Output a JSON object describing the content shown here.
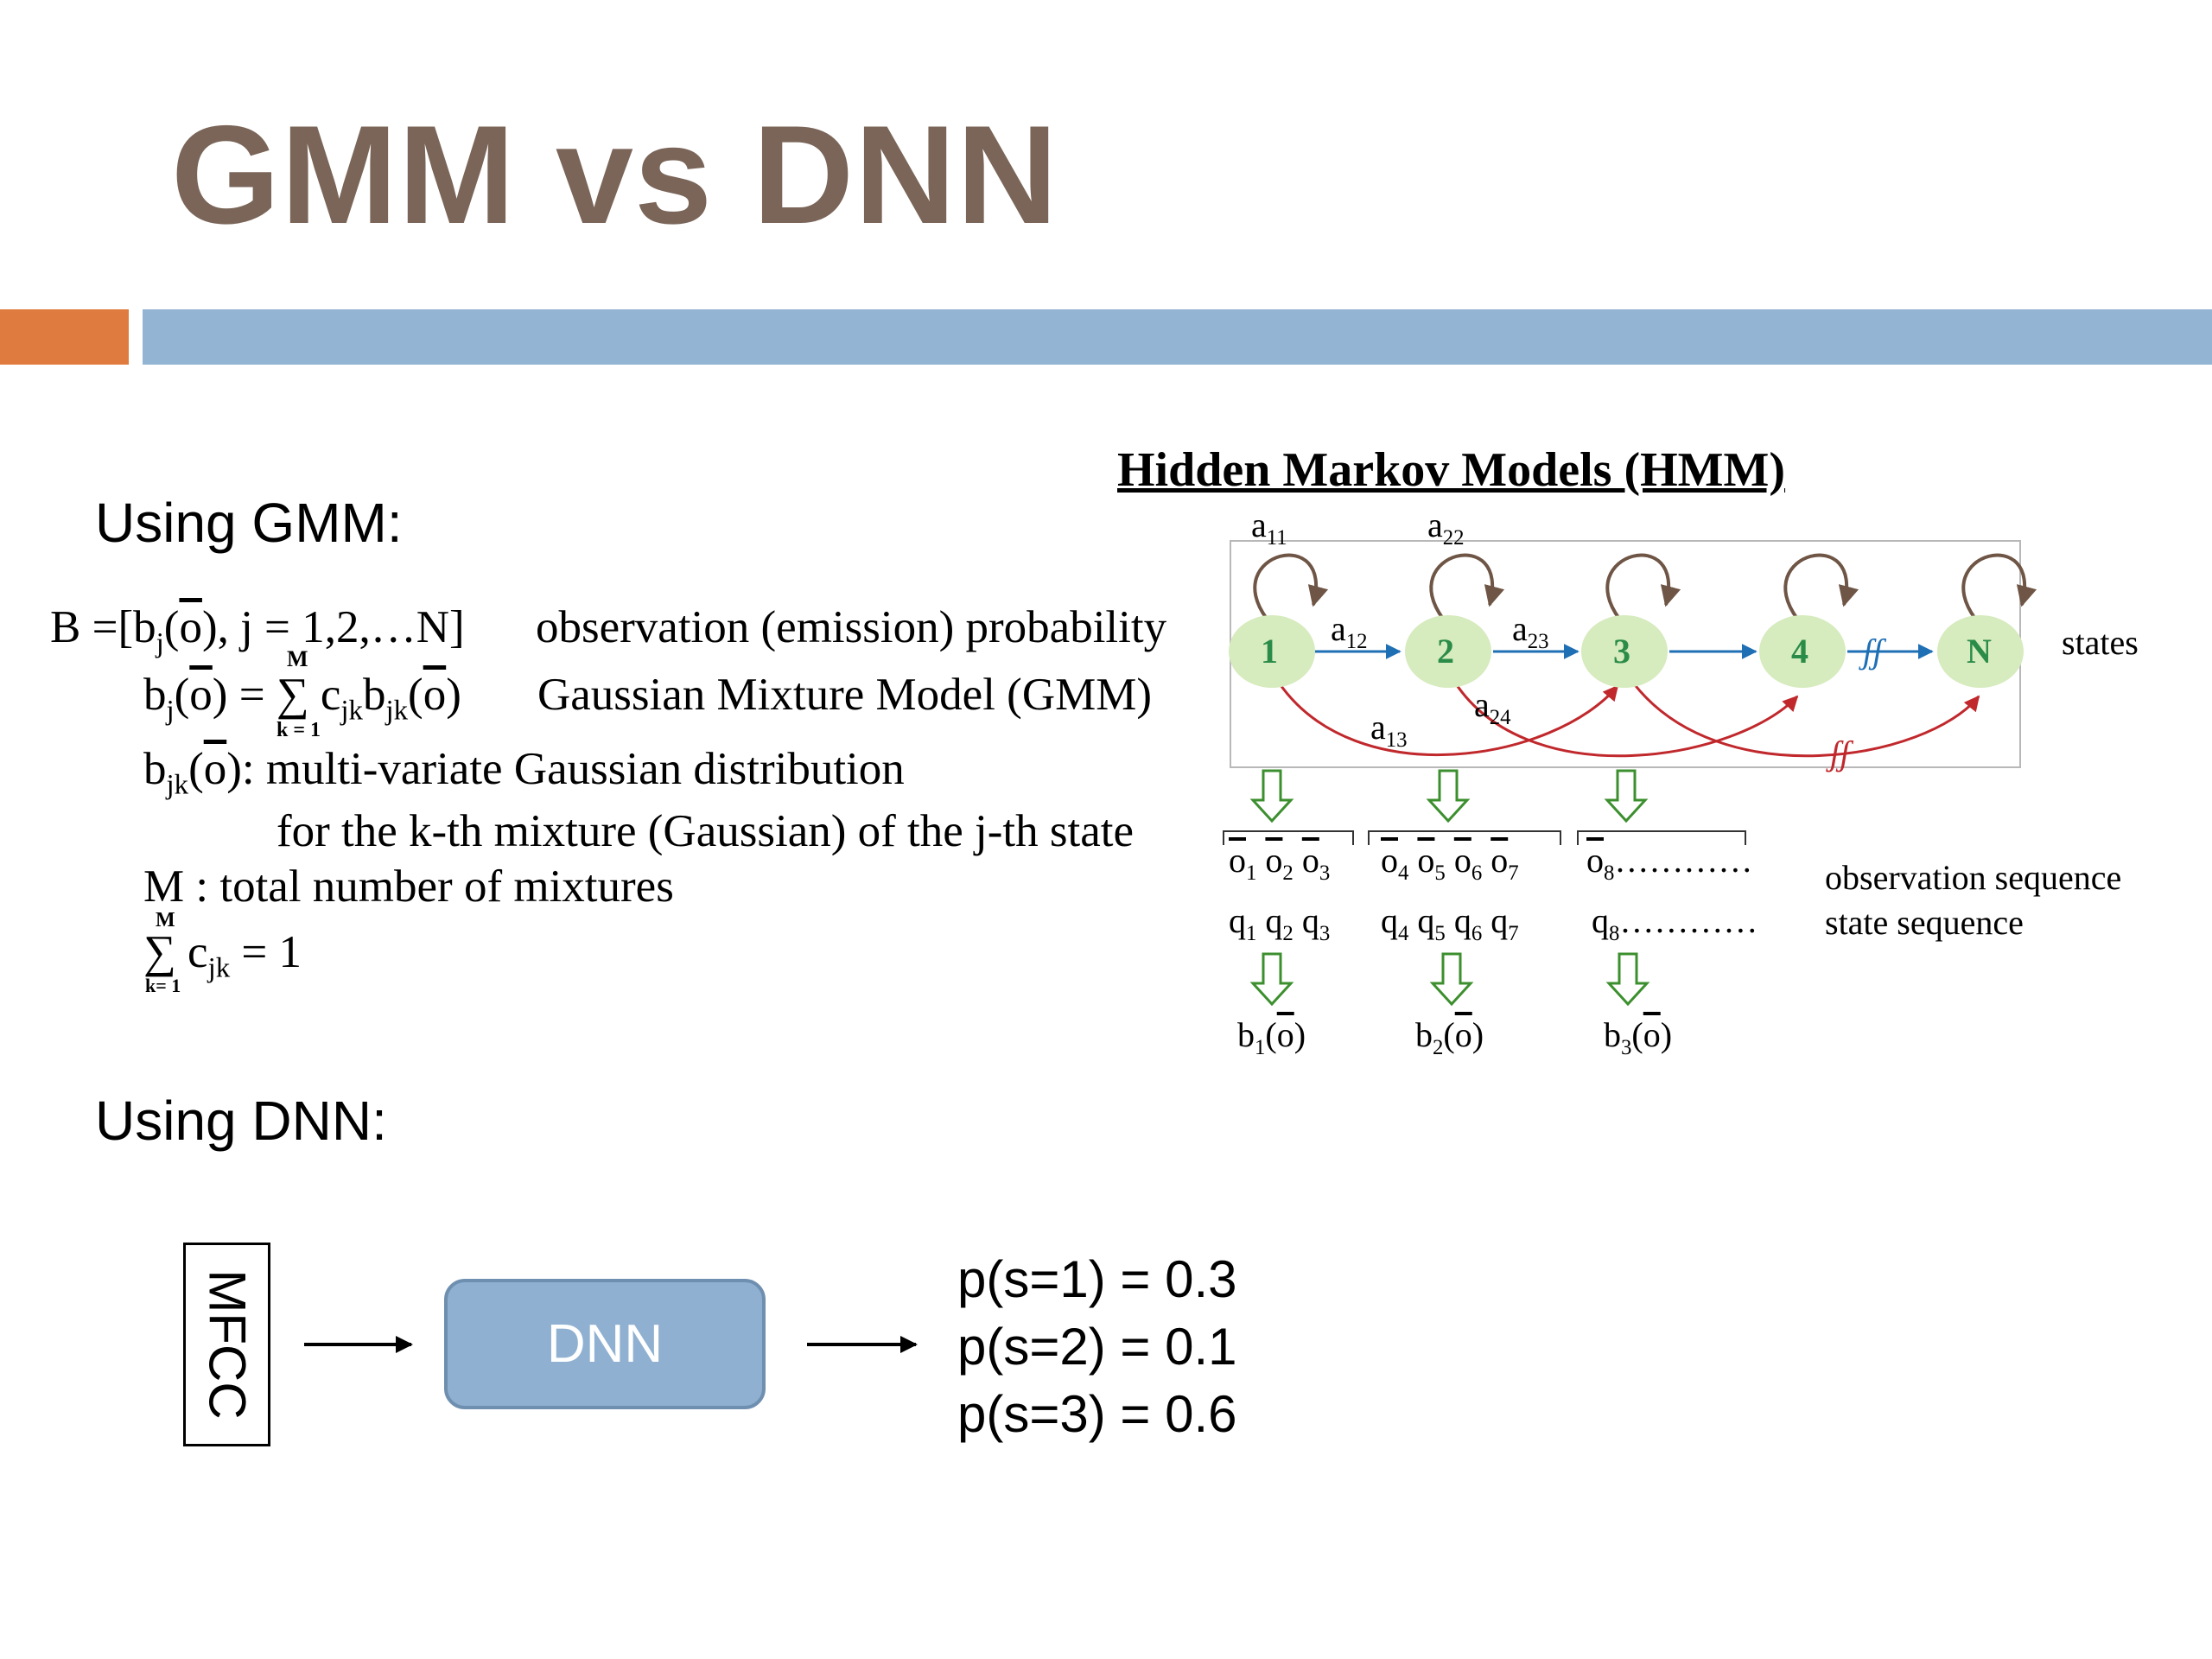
{
  "slide": {
    "title": "GMM vs DNN",
    "colors": {
      "title": "#7a6558",
      "accent_orange": "#e07b3f",
      "accent_blue": "#93b4d3",
      "dnn_fill": "#8fb0d0",
      "state_fill": "#d6ebbe",
      "arrow_red": "#c0282c",
      "arrow_blue": "#1f6fb5",
      "arrow_green": "#3c8f2e",
      "loop_brown": "#6e5545"
    }
  },
  "gmm": {
    "heading": "Using GMM:",
    "lines": {
      "b_def_pre": "B =[b",
      "b_def_sub": "j",
      "b_def_mid": "(",
      "b_def_o": "o",
      "b_def_post": "), j = 1,2,…N]",
      "b_def_desc": "observation (emission) probability",
      "sum_top_1": "M",
      "sum_bot_1": "k = 1",
      "bj_pre": "b",
      "bj_sub": "j",
      "bj_mid": "(",
      "bj_o": "o",
      "bj_eq": ") = ∑ c",
      "bj_c_sub": "jk",
      "bj_b": "b",
      "bj_b_sub": "jk",
      "bj_open": "(",
      "bj_o2": "o",
      "bj_close": ")",
      "bj_desc": "Gaussian Mixture Model (GMM)",
      "bjk_pre": "b",
      "bjk_sub": "jk",
      "bjk_open": "(",
      "bjk_o": "o",
      "bjk_post": "): multi-variate Gaussian distribution",
      "bjk_cont": "for the k-th mixture (Gaussian) of the j-th state",
      "m_line": "M : total number of mixtures",
      "sum_top_2": "M",
      "sum_bot_2": "k= 1",
      "sum_c": "∑ c",
      "sum_c_sub": "jk",
      "sum_eq": " = 1"
    }
  },
  "hmm": {
    "title": "Hidden Markov Models (HMM)",
    "states": [
      "1",
      "2",
      "3",
      "4",
      "N"
    ],
    "transitions": {
      "a11": [
        "a",
        "11"
      ],
      "a22": [
        "a",
        "22"
      ],
      "a12": [
        "a",
        "12"
      ],
      "a23": [
        "a",
        "23"
      ],
      "a24": [
        "a",
        "24"
      ],
      "a13": [
        "a",
        "13"
      ]
    },
    "break_mark": "ʃʃ",
    "states_label": "states",
    "observations": {
      "g1": [
        [
          "o",
          "1"
        ],
        [
          "o",
          "2"
        ],
        [
          "o",
          "3"
        ]
      ],
      "g2": [
        [
          "o",
          "4"
        ],
        [
          "o",
          "5"
        ],
        [
          "o",
          "6"
        ],
        [
          "o",
          "7"
        ]
      ],
      "g3": [
        [
          "o",
          "8"
        ]
      ],
      "dots": "…………"
    },
    "state_seq": {
      "g1": [
        [
          "q",
          "1"
        ],
        [
          "q",
          "2"
        ],
        [
          "q",
          "3"
        ]
      ],
      "g2": [
        [
          "q",
          "4"
        ],
        [
          "q",
          "5"
        ],
        [
          "q",
          "6"
        ],
        [
          "q",
          "7"
        ]
      ],
      "g3": [
        [
          "q",
          "8"
        ]
      ],
      "dots": "…………"
    },
    "obs_label": "observation sequence",
    "state_seq_label": "state sequence",
    "emissions": [
      [
        "b",
        "1",
        "o"
      ],
      [
        "b",
        "2",
        "o"
      ],
      [
        "b",
        "3",
        "o"
      ]
    ]
  },
  "dnn": {
    "heading": "Using DNN:",
    "input_label": "MFCC",
    "box_label": "DNN",
    "outputs": [
      "p(s=1) = 0.3",
      "p(s=2) = 0.1",
      "p(s=3) = 0.6"
    ]
  }
}
